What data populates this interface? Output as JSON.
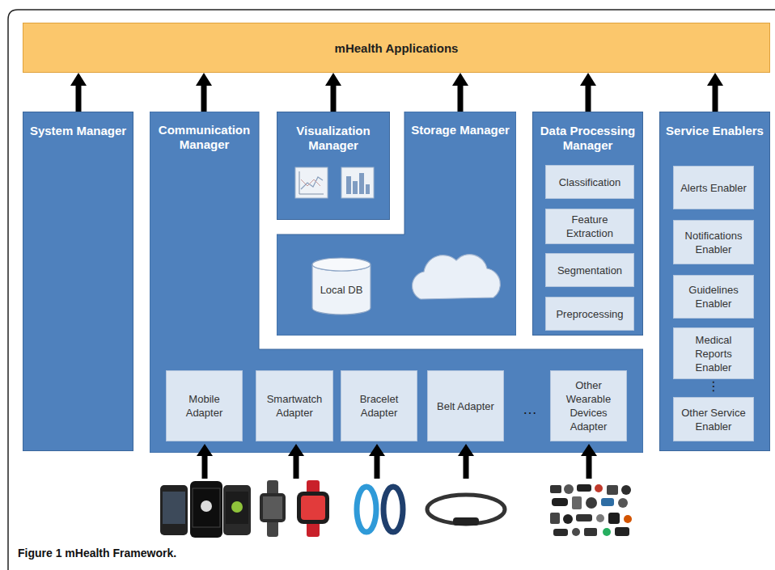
{
  "diagram": {
    "caption": "Figure 1 mHealth Framework.",
    "nodes": [
      {
        "text": [
          "mHealth Applications"
        ]
      },
      {
        "text": [
          "System Manager"
        ]
      },
      {
        "text": [
          "Communication Manager"
        ]
      },
      {
        "text": [
          "Visualization Manager"
        ]
      },
      {
        "text": [
          "Storage Manager"
        ]
      },
      {
        "text": [
          "Local DB"
        ],
        "in": 4
      },
      {
        "text": [
          "Data Processing Manager"
        ]
      },
      {
        "text": [
          "Classification"
        ],
        "in": 6
      },
      {
        "text": [
          "Feature Extraction"
        ],
        "in": 6
      },
      {
        "text": [
          "Segmentation"
        ],
        "in": 6
      },
      {
        "text": [
          "Preprocessing"
        ],
        "in": 6
      },
      {
        "text": [
          "Mobile Adapter"
        ],
        "in": 2
      },
      {
        "text": [
          "Smartwatch Adapter"
        ],
        "in": 2
      },
      {
        "text": [
          "Bracelet Adapter"
        ],
        "in": 2
      },
      {
        "text": [
          "Belt Adapter"
        ],
        "in": 2
      },
      {
        "text": [
          "Other Wearable Devices Adapter"
        ],
        "in": 2
      },
      {
        "text": [
          "Service Enablers"
        ]
      },
      {
        "text": [
          "Alerts Enabler"
        ],
        "in": 16
      },
      {
        "text": [
          "Notifications Enabler"
        ],
        "in": 16
      },
      {
        "text": [
          "Guidelines Enabler"
        ],
        "in": 16
      },
      {
        "text": [
          "Medical Reports Enabler"
        ],
        "in": 16
      },
      {
        "text": [
          "Other Service Enabler"
        ],
        "in": 16
      }
    ],
    "edges": [
      {
        "from": 1,
        "to": 0,
        "arrow": "to"
      },
      {
        "from": 2,
        "to": 0,
        "arrow": "to"
      },
      {
        "from": 3,
        "to": 0,
        "arrow": "to"
      },
      {
        "from": 4,
        "to": 0,
        "arrow": "to"
      },
      {
        "from": 6,
        "to": 0,
        "arrow": "to"
      },
      {
        "from": 16,
        "to": 0,
        "arrow": "to"
      }
    ],
    "labels": [
      "…",
      "⋮"
    ]
  }
}
